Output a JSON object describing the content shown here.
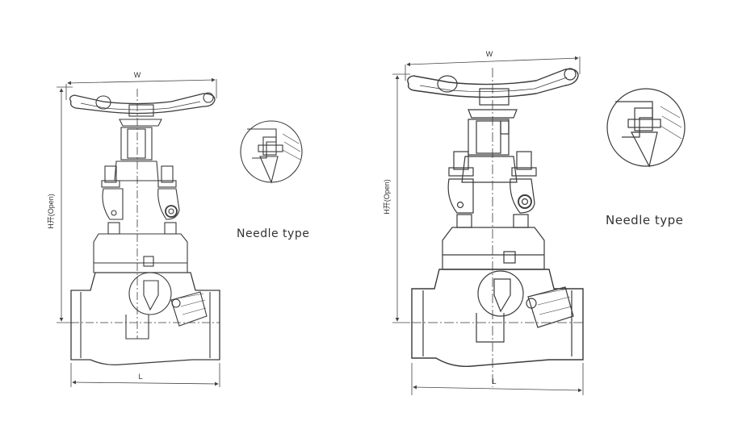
{
  "left_drawing": {
    "width_label": "W",
    "height_label": "H开(Open)",
    "length_label": "L",
    "caption": "Needle type"
  },
  "right_drawing": {
    "width_label": "W",
    "height_label": "H开(Open)",
    "length_label": "L",
    "caption": "Needle type"
  }
}
